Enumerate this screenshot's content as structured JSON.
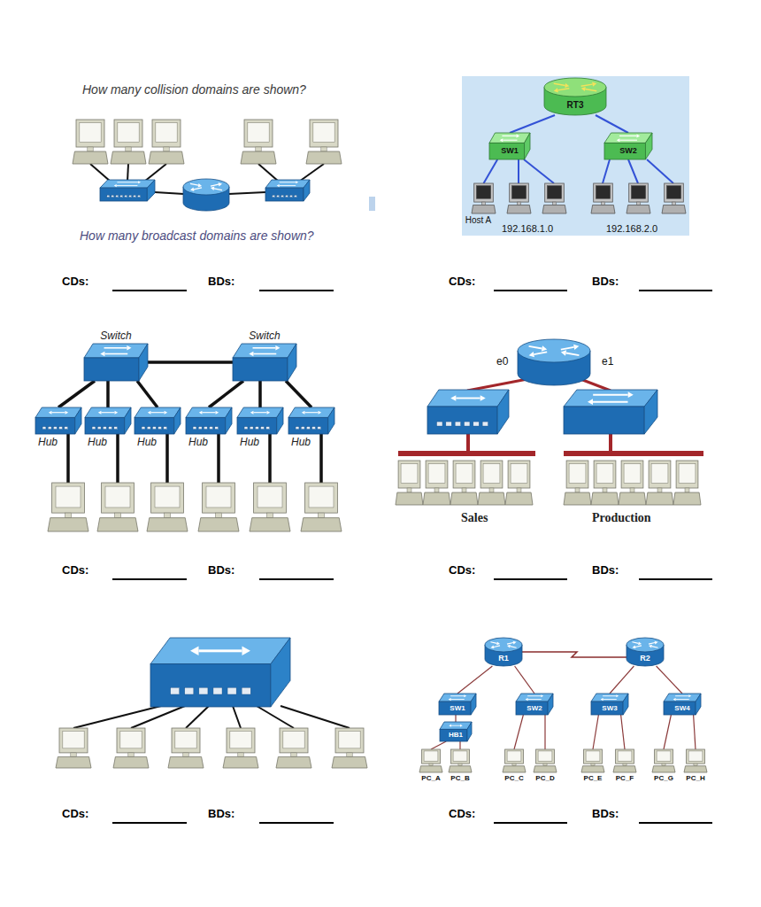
{
  "diagram": {
    "nodes": [
      {
        "text": [
          "RT3"
        ]
      },
      {
        "text": [
          "SW1"
        ]
      },
      {
        "text": [
          "SW2"
        ]
      },
      {
        "text": [
          "Host A"
        ]
      },
      {
        "text": [
          "Switch"
        ]
      },
      {
        "text": [
          "Switch"
        ]
      },
      {
        "text": [
          "Hub"
        ]
      },
      {
        "text": [
          "Hub"
        ]
      },
      {
        "text": [
          "Hub"
        ]
      },
      {
        "text": [
          "Hub"
        ]
      },
      {
        "text": [
          "Hub"
        ]
      },
      {
        "text": [
          "Hub"
        ]
      },
      {
        "text": [
          "R1"
        ]
      },
      {
        "text": [
          "R2"
        ]
      },
      {
        "text": [
          "SW1"
        ]
      },
      {
        "text": [
          "SW2"
        ]
      },
      {
        "text": [
          "SW3"
        ]
      },
      {
        "text": [
          "SW4"
        ]
      },
      {
        "text": [
          "HB1"
        ]
      },
      {
        "text": [
          "PC_A"
        ]
      },
      {
        "text": [
          "PC_B"
        ]
      },
      {
        "text": [
          "PC_C"
        ]
      },
      {
        "text": [
          "PC_D"
        ]
      },
      {
        "text": [
          "PC_E"
        ]
      },
      {
        "text": [
          "PC_F"
        ]
      },
      {
        "text": [
          "PC_G"
        ]
      },
      {
        "text": [
          "PC_H"
        ]
      }
    ],
    "edges": [
      {
        "from": 0,
        "to": 1,
        "arrow": "none"
      },
      {
        "from": 0,
        "to": 2,
        "arrow": "none"
      },
      {
        "from": 1,
        "to": 3,
        "arrow": "none"
      },
      {
        "from": 4,
        "to": 5,
        "arrow": "none"
      },
      {
        "from": 4,
        "to": 6,
        "arrow": "none"
      },
      {
        "from": 4,
        "to": 7,
        "arrow": "none"
      },
      {
        "from": 4,
        "to": 8,
        "arrow": "none"
      },
      {
        "from": 5,
        "to": 9,
        "arrow": "none"
      },
      {
        "from": 5,
        "to": 10,
        "arrow": "none"
      },
      {
        "from": 5,
        "to": 11,
        "arrow": "none"
      },
      {
        "from": 12,
        "to": 13,
        "arrow": "none"
      },
      {
        "from": 12,
        "to": 14,
        "arrow": "none"
      },
      {
        "from": 12,
        "to": 15,
        "arrow": "none"
      },
      {
        "from": 13,
        "to": 16,
        "arrow": "none"
      },
      {
        "from": 13,
        "to": 17,
        "arrow": "none"
      },
      {
        "from": 14,
        "to": 18,
        "arrow": "none"
      },
      {
        "from": 18,
        "to": 19,
        "arrow": "none"
      },
      {
        "from": 18,
        "to": 20,
        "arrow": "none"
      },
      {
        "from": 15,
        "to": 21,
        "arrow": "none"
      },
      {
        "from": 15,
        "to": 22,
        "arrow": "none"
      },
      {
        "from": 16,
        "to": 23,
        "arrow": "none"
      },
      {
        "from": 16,
        "to": 24,
        "arrow": "none"
      },
      {
        "from": 17,
        "to": 25,
        "arrow": "none"
      },
      {
        "from": 17,
        "to": 26,
        "arrow": "none"
      }
    ],
    "labels": [
      "How many collision domains are shown?",
      "How many broadcast domains are shown?",
      "192.168.1.0",
      "192.168.2.0",
      "CDs:",
      "BDs:",
      "CDs:",
      "BDs:",
      "e0",
      "e1",
      "Sales",
      "Production",
      "CDs:",
      "BDs:",
      "CDs:",
      "BDs:",
      "CDs:",
      "BDs:",
      "CDs:",
      "BDs:"
    ]
  }
}
